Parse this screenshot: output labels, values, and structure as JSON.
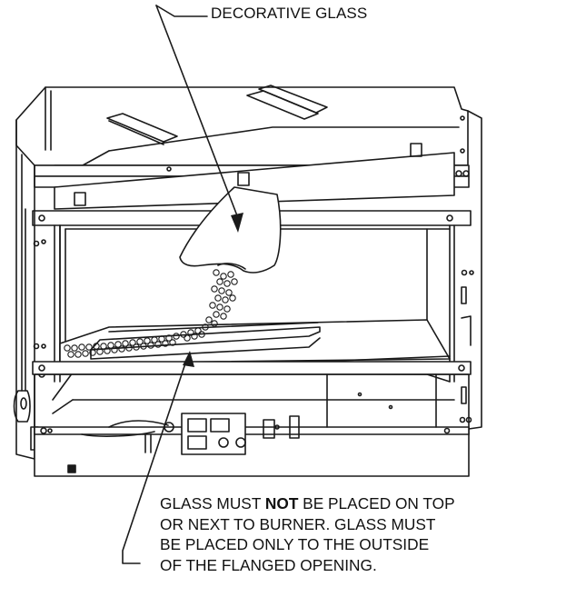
{
  "labels": {
    "decorative_glass": "DECORATIVE GLASS",
    "warning": {
      "line1_prefix": "GLASS MUST ",
      "line1_bold": "NOT",
      "line1_suffix": " BE PLACED ON TOP",
      "line2": "OR NEXT TO BURNER. GLASS MUST",
      "line3": "BE PLACED ONLY TO THE OUTSIDE",
      "line4": "OF THE FLANGED OPENING."
    }
  },
  "colors": {
    "line": "#1a1a1a",
    "background": "#ffffff"
  },
  "icons": [
    "glass-bag-icon",
    "glass-bead-icon",
    "burner-icon",
    "gas-valve-icon"
  ]
}
